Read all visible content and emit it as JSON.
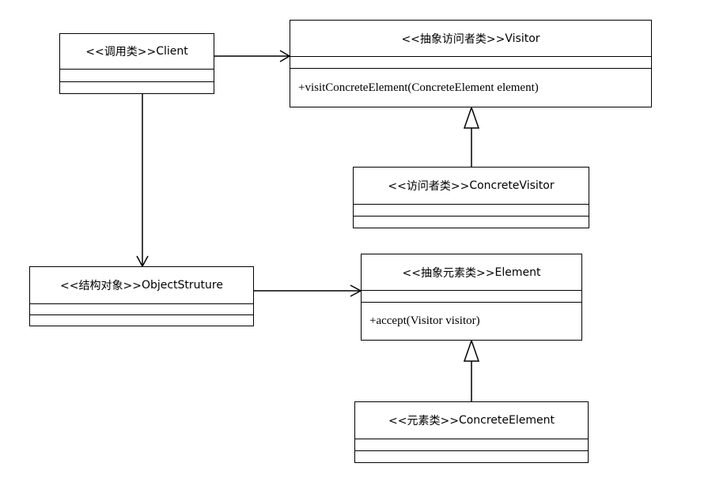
{
  "classes": {
    "client": {
      "stereotype": "<<调用类>>",
      "name": "Client"
    },
    "visitor": {
      "stereotype": "<<抽象访问者类>>",
      "name": "Visitor",
      "operation": "+visitConcreteElement(ConcreteElement element)"
    },
    "concrete_visitor": {
      "stereotype": "<<访问者类>>",
      "name": "ConcreteVisitor"
    },
    "object_structure": {
      "stereotype": "<<结构对象>>",
      "name": "ObjectStruture"
    },
    "element": {
      "stereotype": "<<抽象元素类>>",
      "name": "Element",
      "operation": "+accept(Visitor visitor)"
    },
    "concrete_element": {
      "stereotype": "<<元素类>>",
      "name": "ConcreteElement"
    }
  },
  "relationships": [
    {
      "from": "client",
      "to": "visitor",
      "type": "association"
    },
    {
      "from": "client",
      "to": "object_structure",
      "type": "association"
    },
    {
      "from": "object_structure",
      "to": "element",
      "type": "association"
    },
    {
      "from": "concrete_visitor",
      "to": "visitor",
      "type": "generalization"
    },
    {
      "from": "concrete_element",
      "to": "element",
      "type": "generalization"
    }
  ]
}
